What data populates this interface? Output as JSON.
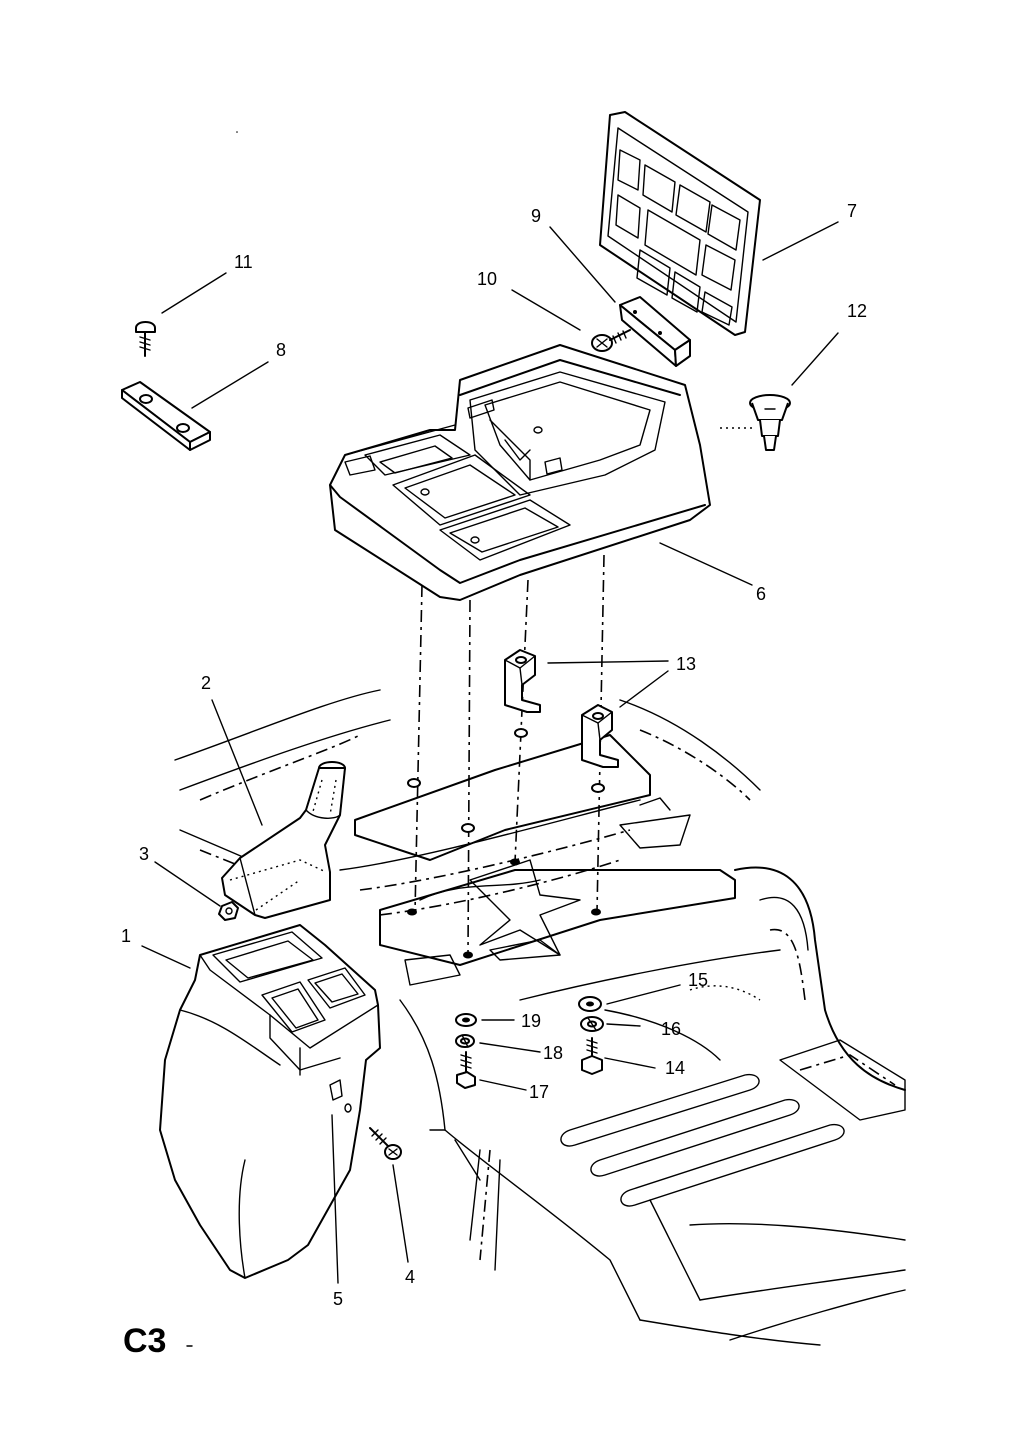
{
  "diagram": {
    "sheet_code": "C3",
    "callouts": [
      {
        "id": "c1",
        "text": "1"
      },
      {
        "id": "c2",
        "text": "2"
      },
      {
        "id": "c3",
        "text": "3"
      },
      {
        "id": "c4",
        "text": "4"
      },
      {
        "id": "c5",
        "text": "5"
      },
      {
        "id": "c6",
        "text": "6"
      },
      {
        "id": "c7",
        "text": "7"
      },
      {
        "id": "c8",
        "text": "8"
      },
      {
        "id": "c9",
        "text": "9"
      },
      {
        "id": "c10",
        "text": "10"
      },
      {
        "id": "c11",
        "text": "11"
      },
      {
        "id": "c12",
        "text": "12"
      },
      {
        "id": "c13",
        "text": "13"
      },
      {
        "id": "c14",
        "text": "14"
      },
      {
        "id": "c15",
        "text": "15"
      },
      {
        "id": "c16",
        "text": "16"
      },
      {
        "id": "c17",
        "text": "17"
      },
      {
        "id": "c18",
        "text": "18"
      },
      {
        "id": "c19",
        "text": "19"
      }
    ]
  }
}
